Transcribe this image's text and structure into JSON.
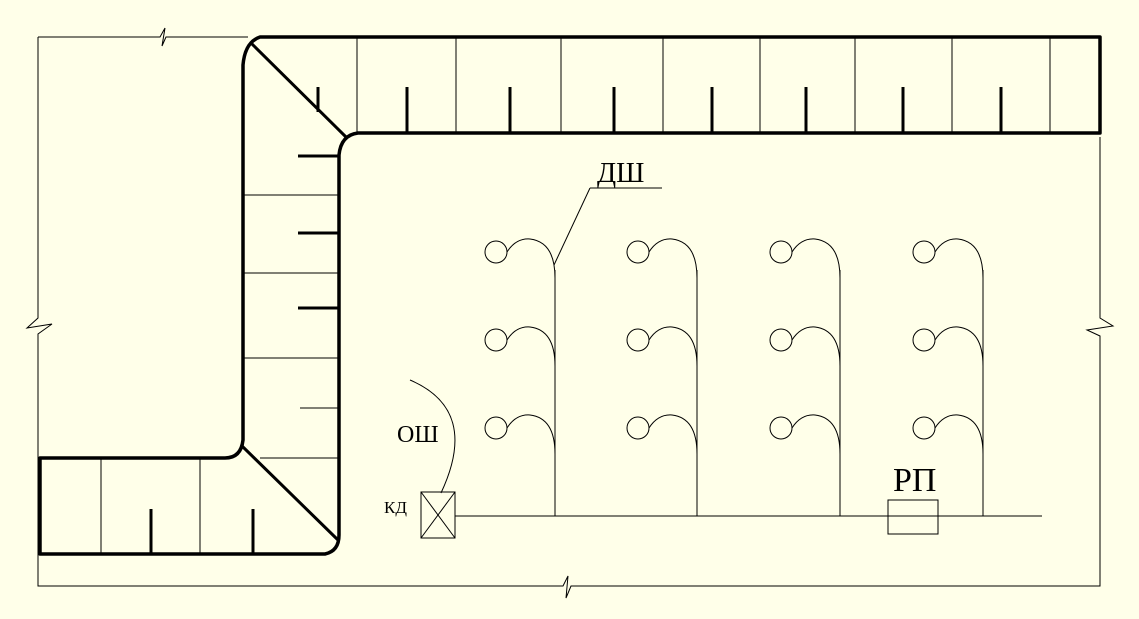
{
  "labels": {
    "dsh": "ДШ",
    "osh": "ОШ",
    "rp": "РП",
    "kd": "КД"
  },
  "colors": {
    "background": "#FFFFE9",
    "stroke": "#000000"
  },
  "luminaire_groups": 4,
  "luminaires_per_group": [
    3,
    3,
    3,
    3
  ]
}
